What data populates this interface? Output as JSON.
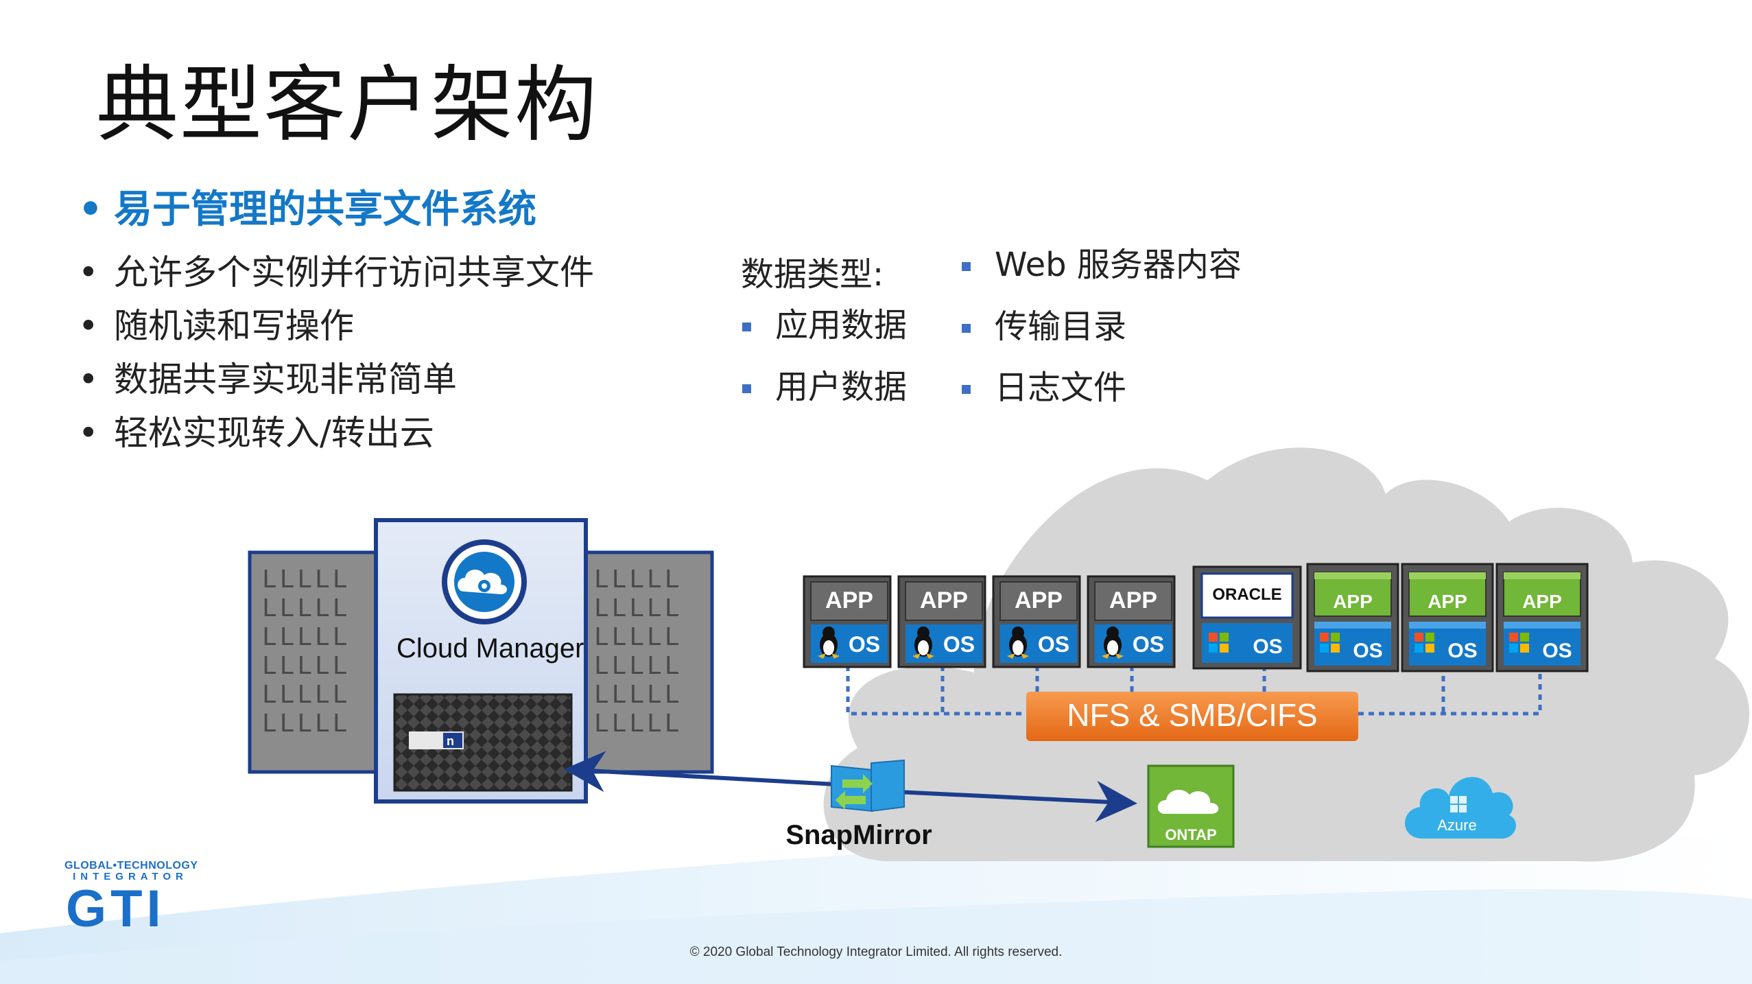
{
  "title": "典型客户架构",
  "bullets": {
    "primary": "易于管理的共享文件系统",
    "items": [
      "允许多个实例并行访问共享文件",
      "随机读和写操作",
      "数据共享实现非常简单",
      "轻松实现转入/转出云"
    ]
  },
  "data_types": {
    "label": "数据类型:",
    "col1": [
      "应用数据",
      "用户数据"
    ],
    "col2": [
      "Web 服务器内容",
      "传输目录",
      "日志文件"
    ]
  },
  "diagram": {
    "cloud_manager_label": "Cloud Manager",
    "protocol_label": "NFS & SMB/CIFS",
    "snapmirror_label": "SnapMirror",
    "ontap_label": "ONTAP",
    "azure_label": "Azure",
    "app_label": "APP",
    "os_label": "OS",
    "oracle_label": "ORACLE",
    "server_mark": "LLLLL",
    "colors": {
      "blue": "#1478c8",
      "orange": "#ee7a2a",
      "green": "#72b738",
      "navy": "#1c3d8c",
      "cloud": "#d6d6d6"
    }
  },
  "logo": {
    "top": "GLOBAL•TECHNOLOGY",
    "mid": "INTEGRATOR",
    "mark": "GTI"
  },
  "footer": "© 2020 Global Technology Integrator Limited. All rights reserved."
}
